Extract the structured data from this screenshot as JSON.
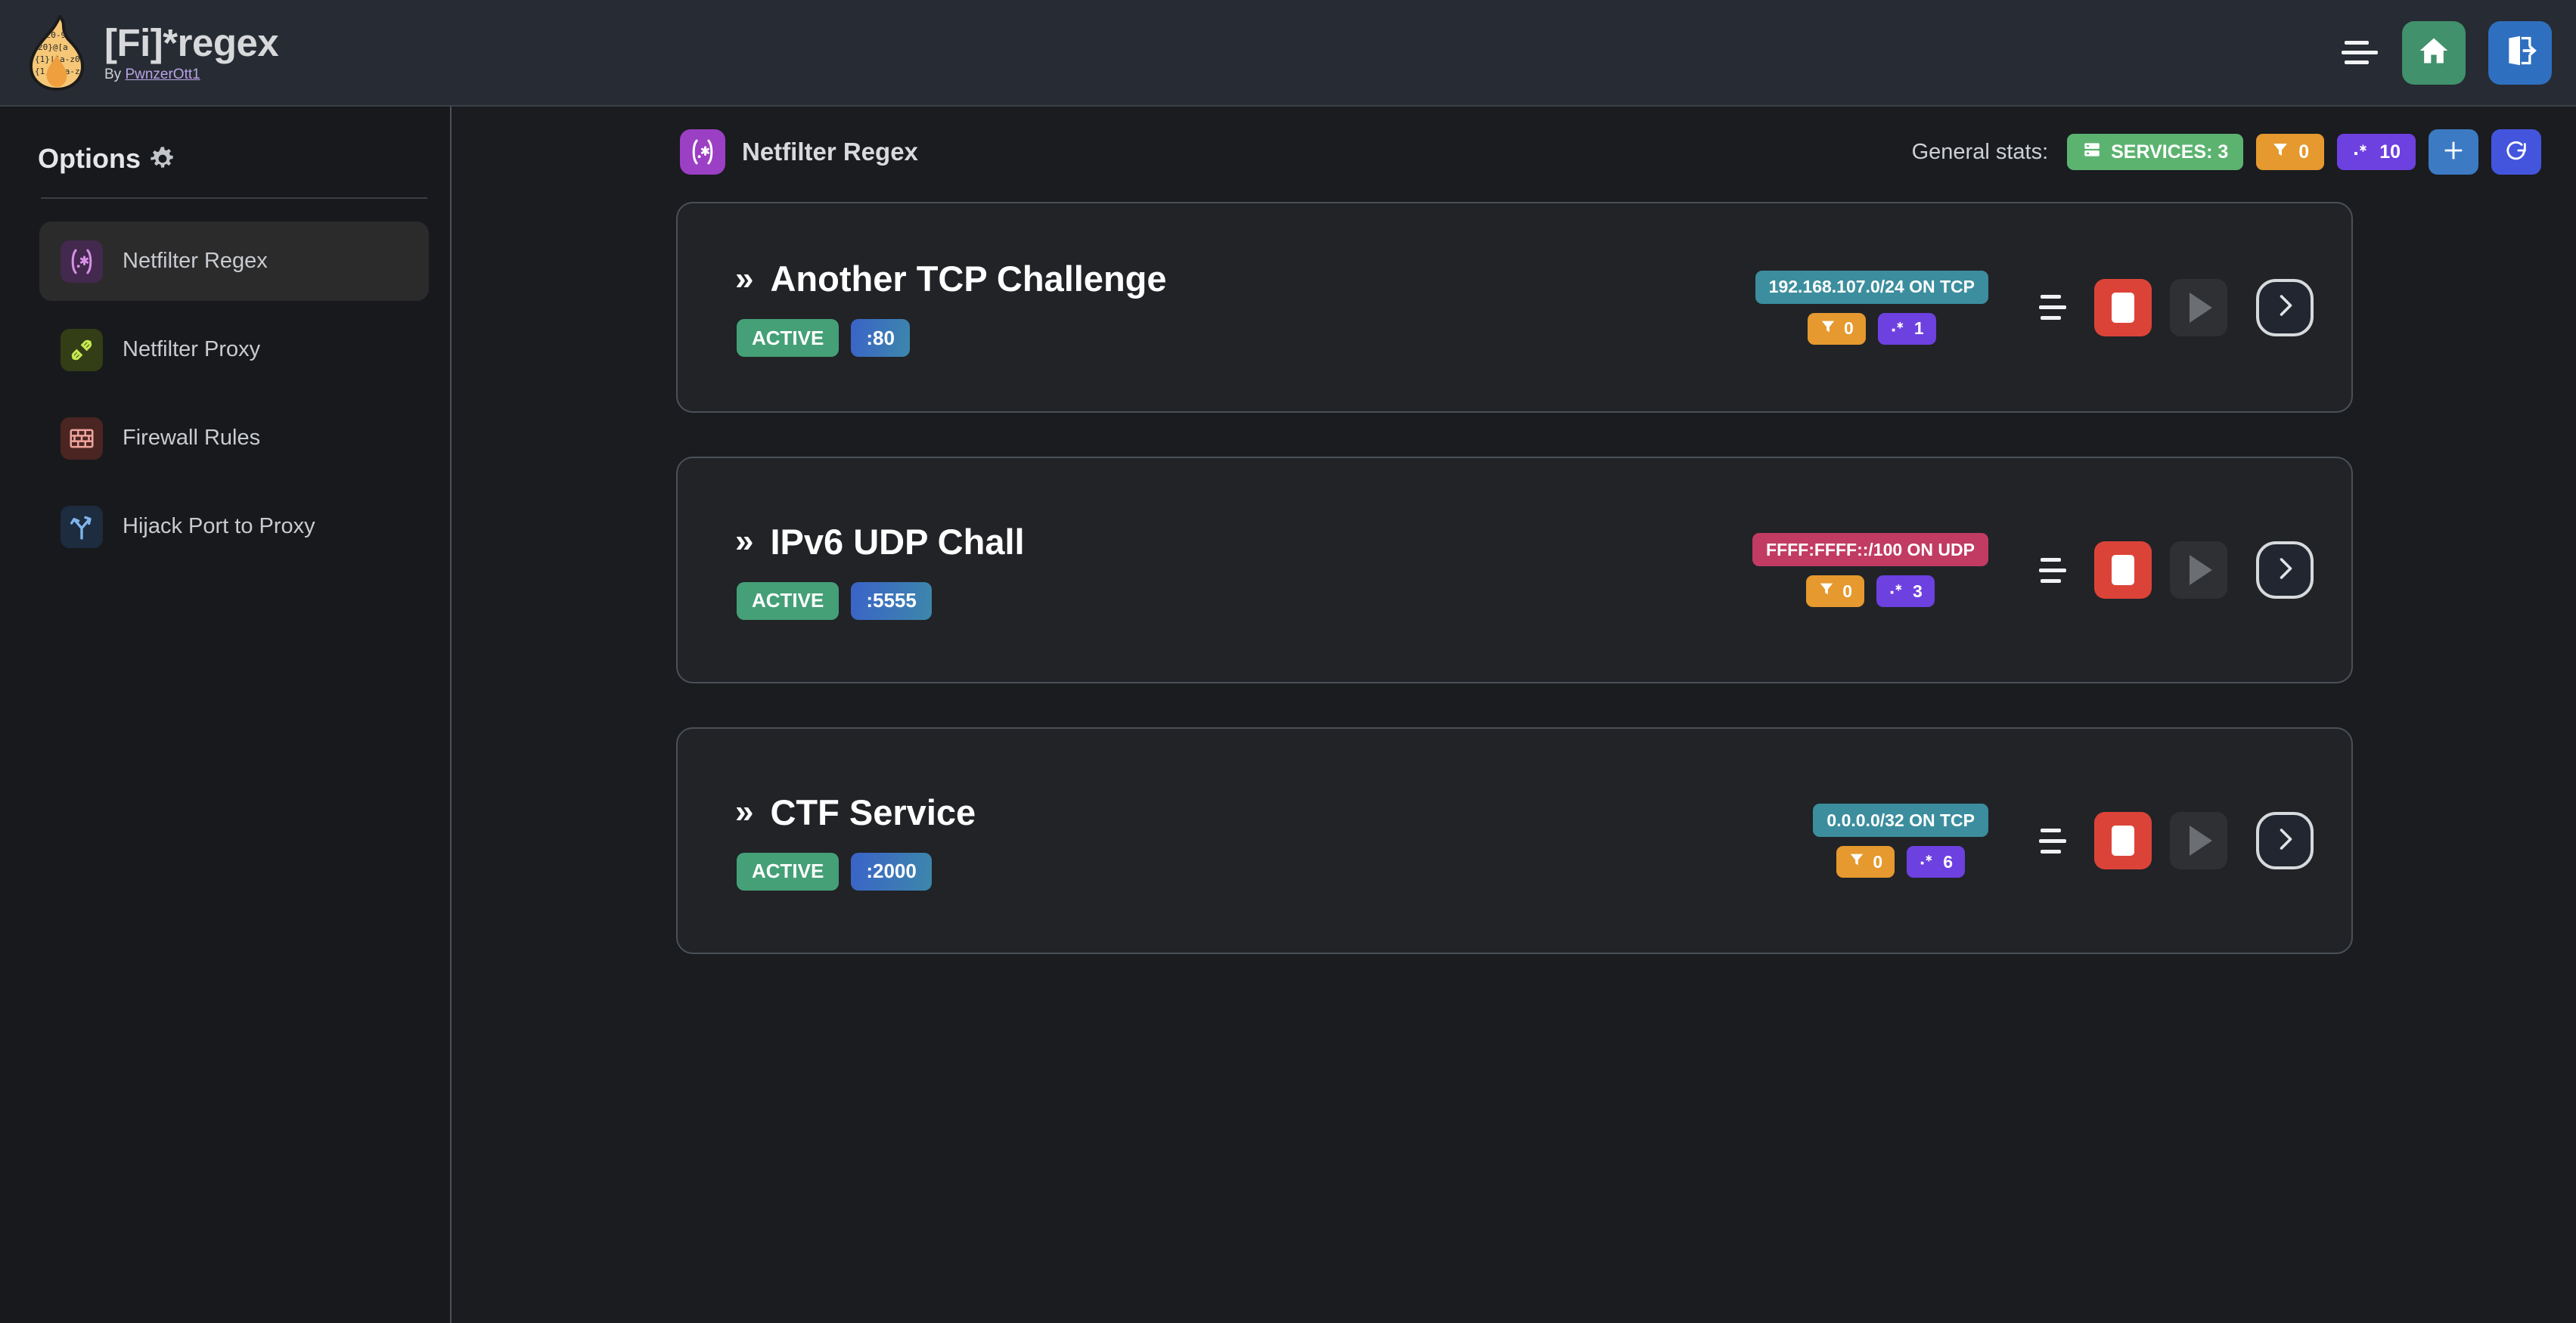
{
  "header": {
    "logo_icon": "flame-regex-logo",
    "title": "[Fi]*regex",
    "by_prefix": "By ",
    "author": "PwnzerOtt1",
    "menu_icon": "hamburger-menu-icon",
    "home_icon": "home-icon",
    "logout_icon": "logout-icon",
    "accent_green": "#40916c",
    "accent_blue": "#2f6fc0"
  },
  "sidebar": {
    "title": "Options",
    "gear_icon": "gear-icon",
    "items": [
      {
        "label": "Netfilter Regex",
        "icon": "regex-icon",
        "active": true
      },
      {
        "label": "Netfilter Proxy",
        "icon": "plug-icon",
        "active": false
      },
      {
        "label": "Firewall Rules",
        "icon": "brickwall-icon",
        "active": false
      },
      {
        "label": "Hijack Port to Proxy",
        "icon": "fork-arrow-icon",
        "active": false
      }
    ]
  },
  "main": {
    "page_icon": "regex-icon",
    "page_title": "Netfilter Regex",
    "stats_label": "General stats:",
    "stats": [
      {
        "name": "services",
        "icon": "server-icon",
        "text": "SERVICES: 3",
        "color": "#5cb370"
      },
      {
        "name": "filters",
        "icon": "filter-icon",
        "text": "0",
        "color": "#e5992e"
      },
      {
        "name": "regexes",
        "icon": "regex-dot-star-icon",
        "text": "10",
        "color": "#6d40e0"
      }
    ],
    "add_button_icon": "plus-icon",
    "refresh_button_icon": "refresh-icon"
  },
  "services": [
    {
      "chevron": "»",
      "name": "Another TCP Challenge",
      "status": "ACTIVE",
      "port": ":80",
      "network": "192.168.107.0/24 ON TCP",
      "network_proto": "tcp",
      "filters_count": "0",
      "regexes_count": "1",
      "menu_icon": "service-menu-icon",
      "stop_icon": "stop-icon",
      "play_icon": "play-icon",
      "detail_icon": "chevron-right-icon"
    },
    {
      "chevron": "»",
      "name": "IPv6 UDP Chall",
      "status": "ACTIVE",
      "port": ":5555",
      "network": "FFFF:FFFF::/100 ON UDP",
      "network_proto": "udp",
      "filters_count": "0",
      "regexes_count": "3",
      "menu_icon": "service-menu-icon",
      "stop_icon": "stop-icon",
      "play_icon": "play-icon",
      "detail_icon": "chevron-right-icon"
    },
    {
      "chevron": "»",
      "name": "CTF Service",
      "status": "ACTIVE",
      "port": ":2000",
      "network": "0.0.0.0/32 ON TCP",
      "network_proto": "tcp",
      "filters_count": "0",
      "regexes_count": "6",
      "menu_icon": "service-menu-icon",
      "stop_icon": "stop-icon",
      "play_icon": "play-icon",
      "detail_icon": "chevron-right-icon"
    }
  ]
}
